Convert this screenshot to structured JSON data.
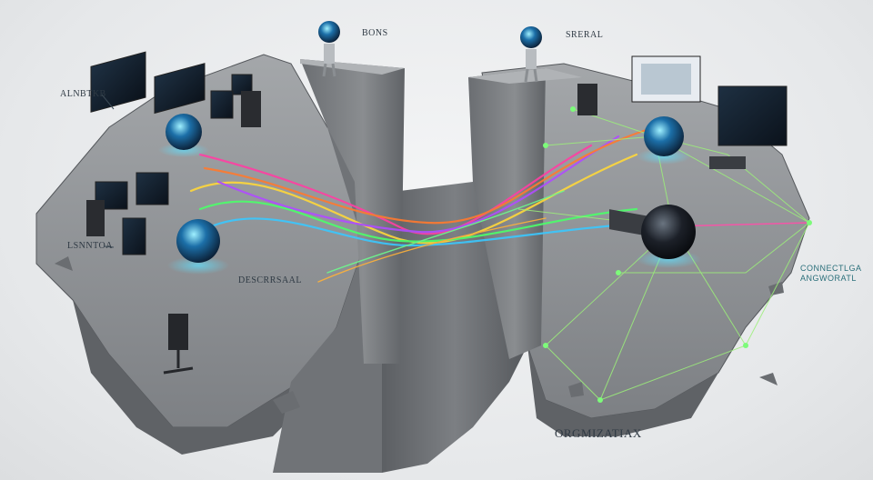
{
  "labels": {
    "top_left_figure": "BONS",
    "top_right_figure": "SRERAL",
    "left_desk": "ALNBTKB",
    "left_lower": "LSNNTOA",
    "center_node": "DESCRRSAAL",
    "right_side": "CONNECTLGA\nANGWORATL",
    "bottom": "ORGMIZATIAX"
  },
  "colors": {
    "rock": "#8f9295",
    "rock_dark": "#5e6165",
    "desk": "#a7aaad",
    "orb_glow": "#4fd3ff",
    "stream_colors": [
      "#ff3fa3",
      "#ffd83a",
      "#4cff6a",
      "#3ac8ff",
      "#b04cff",
      "#ff7a2f"
    ]
  }
}
